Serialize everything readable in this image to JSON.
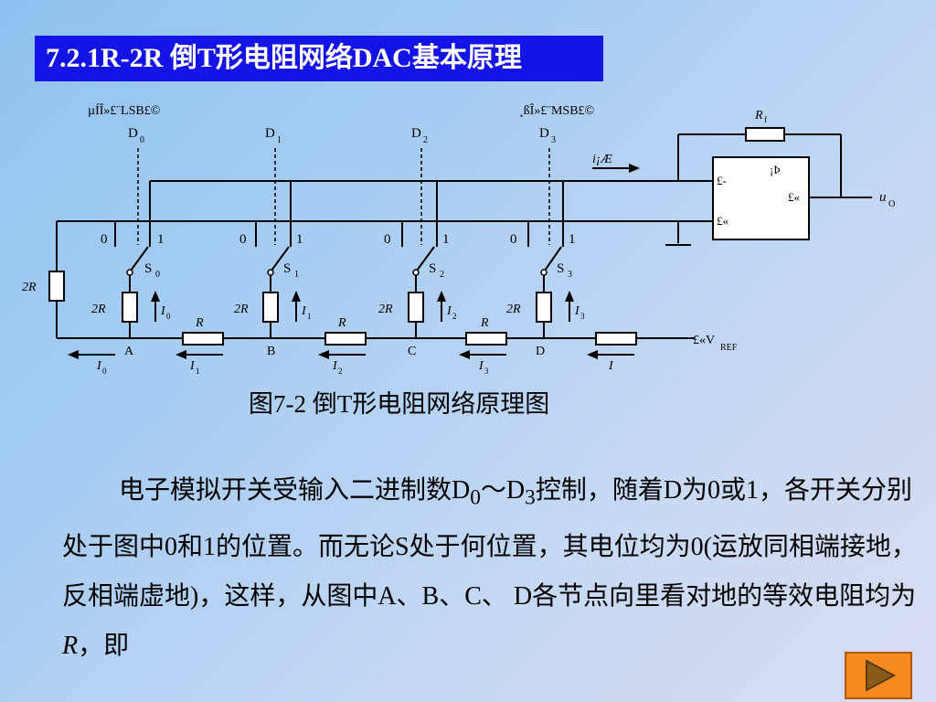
{
  "title": "7.2.1R-2R 倒T形电阻网络DAC基本原理",
  "diagram": {
    "lsb_label": "µÍÎ»£¨LSB£©",
    "msb_label": "¸ßÎ»£¨MSB£©",
    "digit_inputs": [
      "D",
      "D",
      "D",
      "D"
    ],
    "digit_subscripts": [
      "0",
      "1",
      "2",
      "3"
    ],
    "switch_label": "S",
    "pos_zero": "0",
    "pos_one": "1",
    "resistor_2R": "2R",
    "resistor_R": "R",
    "resistor_Rf": "R",
    "rf_subscript": "f",
    "current_I": "I",
    "current_sigma": "i¡Æ",
    "nodes": [
      "A",
      "B",
      "C",
      "D"
    ],
    "vref": "£«V",
    "vref_subscript": "REF",
    "opamp_minus": "£-",
    "opamp_plus": "£«",
    "opamp_out": "£«",
    "opamp_sym": "¡Þ",
    "output": "u",
    "output_subscript": "O"
  },
  "caption": "图7-2 倒T形电阻网络原理图",
  "paragraph": {
    "part1": "电子模拟开关受输入二进制数D",
    "sub1": "0",
    "part2": "～D",
    "sub2": "3",
    "part3": "控制，随着D为0或1，各开关分别处于图中0和1的位置。而无论S处于何位置，其电位均为0(运放同相端接地，　反相端虚地)，这样，从图中A、B、C、 D各节点向里看对地的等效电阻均为",
    "italic_R": "R",
    "part4": "，即"
  },
  "nav": {
    "next_icon": "play-triangle-icon"
  }
}
